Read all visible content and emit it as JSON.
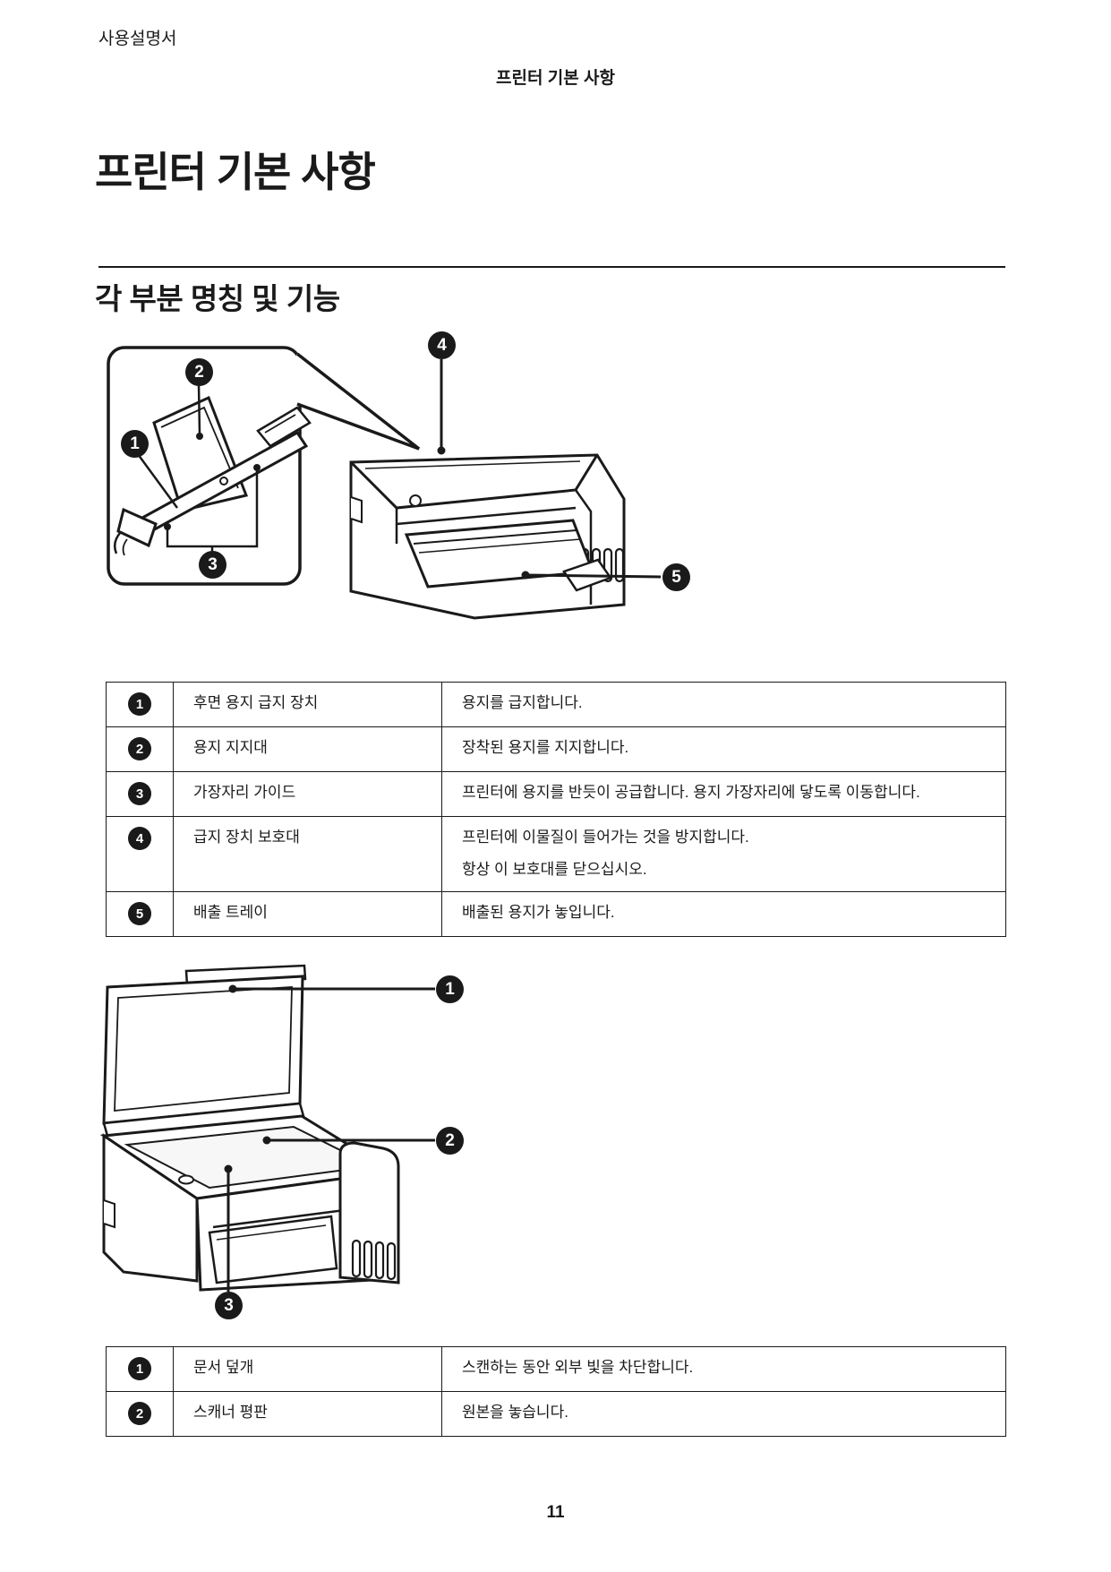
{
  "page": {
    "header_left": "사용설명서",
    "header_center": "프린터 기본 사항",
    "title": "프린터 기본 사항",
    "section_title": "각 부분 명칭 및 기능",
    "page_number": "11"
  },
  "diagram1": {
    "badges": [
      "1",
      "2",
      "3",
      "4",
      "5"
    ]
  },
  "diagram2": {
    "badges": [
      "1",
      "2",
      "3"
    ]
  },
  "table1": {
    "rows": [
      {
        "num": "1",
        "name": "후면 용지 급지 장치",
        "desc": [
          "용지를 급지합니다."
        ]
      },
      {
        "num": "2",
        "name": "용지 지지대",
        "desc": [
          "장착된 용지를 지지합니다."
        ]
      },
      {
        "num": "3",
        "name": "가장자리 가이드",
        "desc": [
          "프린터에 용지를 반듯이 공급합니다. 용지 가장자리에 닿도록 이동합니다."
        ]
      },
      {
        "num": "4",
        "name": "급지 장치 보호대",
        "desc": [
          "프린터에 이물질이 들어가는 것을 방지합니다.",
          "항상 이 보호대를 닫으십시오."
        ]
      },
      {
        "num": "5",
        "name": "배출 트레이",
        "desc": [
          "배출된 용지가 놓입니다."
        ]
      }
    ]
  },
  "table2": {
    "rows": [
      {
        "num": "1",
        "name": "문서 덮개",
        "desc": [
          "스캔하는 동안 외부 빛을 차단합니다."
        ]
      },
      {
        "num": "2",
        "name": "스캐너 평판",
        "desc": [
          "원본을 놓습니다."
        ]
      }
    ]
  },
  "colors": {
    "text": "#1a1a1a",
    "border": "#1a1a1a",
    "background": "#ffffff"
  }
}
